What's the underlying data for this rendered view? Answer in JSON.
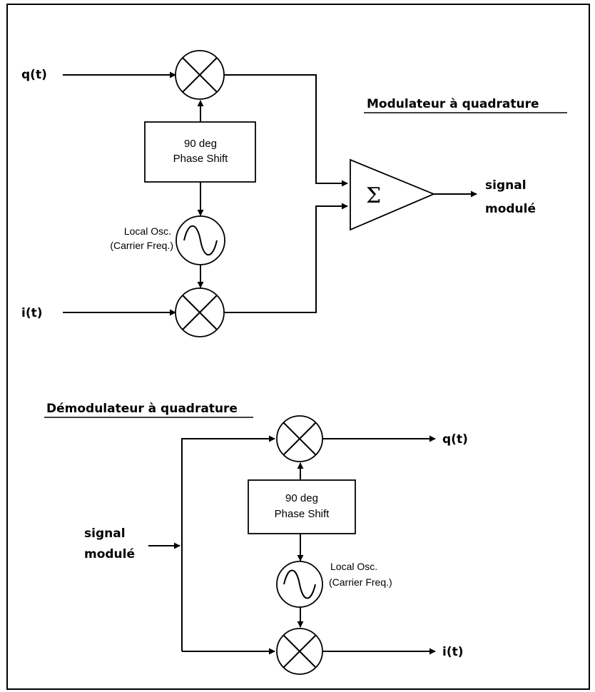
{
  "modulator": {
    "title": "Modulateur à quadrature",
    "input_q": "q(t)",
    "input_i": "i(t)",
    "phase_shift_line1": "90 deg",
    "phase_shift_line2": "Phase Shift",
    "osc_line1": "Local Osc.",
    "osc_line2": "(Carrier Freq.)",
    "summer_symbol": "Σ",
    "output_line1": "signal",
    "output_line2": "modulé"
  },
  "demodulator": {
    "title": "Démodulateur à quadrature",
    "input_line1": "signal",
    "input_line2": "modulé",
    "output_q": "q(t)",
    "output_i": "i(t)",
    "phase_shift_line1": "90 deg",
    "phase_shift_line2": "Phase Shift",
    "osc_line1": "Local Osc.",
    "osc_line2": "(Carrier Freq.)"
  }
}
